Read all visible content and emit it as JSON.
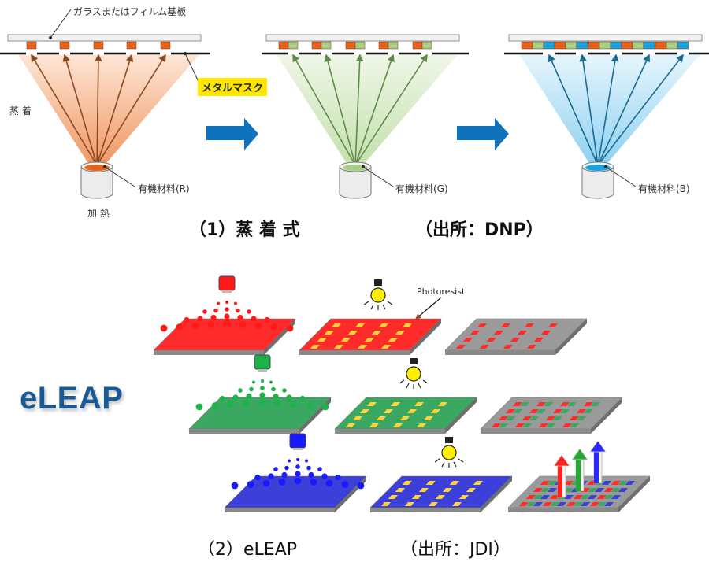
{
  "panel1": {
    "substrate_label": "ガラスまたはフィルム基板",
    "mask_label": "メタルマスク",
    "evaporation_label": "蒸 着",
    "heating_label": "加 熱",
    "stages": [
      {
        "material_label": "有機材料(R)",
        "color": "#e8621c",
        "cone_color": "#f0905a",
        "deposited": [
          "R"
        ]
      },
      {
        "material_label": "有機材料(G)",
        "color": "#a6cf84",
        "cone_color": "#cfe6bc",
        "deposited": [
          "R",
          "G"
        ]
      },
      {
        "material_label": "有機材料(B)",
        "color": "#1aa3e0",
        "cone_color": "#a9dcf3",
        "deposited": [
          "R",
          "G",
          "B"
        ]
      }
    ],
    "arrow_color": "#0f72bd",
    "caption_title": "（1）蒸 着 式",
    "caption_source": "（出所：DNP）"
  },
  "panel2": {
    "logo": "eLEAP",
    "photoresist_label": "Photoresist",
    "rows": [
      {
        "name": "red",
        "color": "#ff2b2b",
        "nozzle_color": "#ff1a1a"
      },
      {
        "name": "green",
        "color": "#3aa860",
        "nozzle_color": "#1fb24a"
      },
      {
        "name": "blue",
        "color": "#3c3fd8",
        "nozzle_color": "#1a1aff"
      }
    ],
    "caption_title": "（2）eLEAP",
    "caption_source": "（出所：JDI）"
  },
  "colors": {
    "red_subpixel": "#e8621c",
    "green_subpixel": "#a6cf84",
    "blue_subpixel": "#1aa3e0"
  }
}
